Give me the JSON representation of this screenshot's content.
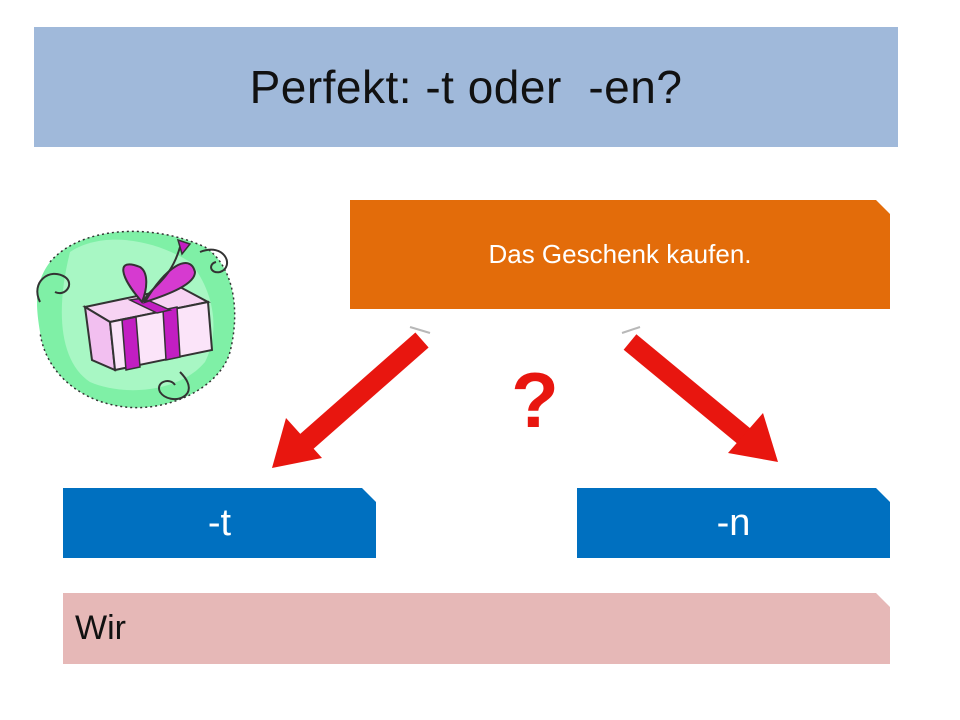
{
  "slide": {
    "title": "Perfekt: -t oder  -en?",
    "prompt": "Das Geschenk kaufen.",
    "question_mark": "?",
    "option_left": "-t",
    "option_right": "-n",
    "answer_start": "Wir"
  },
  "colors": {
    "title_bg": "#a0b9da",
    "prompt_bg": "#e36c0a",
    "option_bg": "#0070c0",
    "answer_bg": "#e6b8b7",
    "arrow": "#e8160f"
  },
  "icons": {
    "clipart": "gift-icon",
    "arrows": [
      "arrow-down-left-icon",
      "arrow-down-right-icon"
    ]
  }
}
